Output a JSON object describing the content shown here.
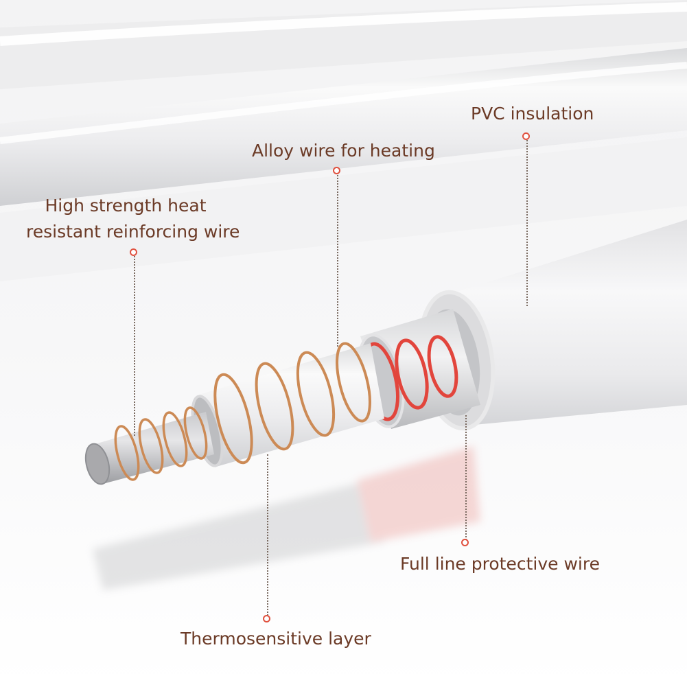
{
  "labels": {
    "pvc": "PVC insulation",
    "alloy": "Alloy wire for heating",
    "reinforcing_line1": "High strength heat",
    "reinforcing_line2": "resistant reinforcing wire",
    "protective": "Full line protective wire",
    "thermo": "Thermosensitive layer"
  },
  "colors": {
    "label_text": "#6b3a26",
    "marker": "#e0513f",
    "leader": "#7a6a60",
    "copper_wire": "#cc8a55",
    "heating_wire": "#e2453c",
    "tube": "#e9e9ea",
    "core": "#a9a9ac"
  }
}
